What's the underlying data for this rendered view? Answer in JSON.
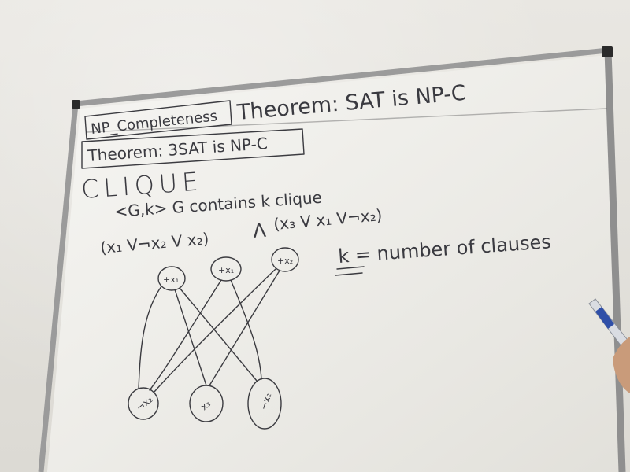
{
  "board": {
    "tabs": [
      {
        "label": "NP_Completeness"
      },
      {
        "label": "Theorem: SAT is NP-C"
      }
    ],
    "theorem2": "Theorem: 3SAT is NP-C",
    "heading": "CLIQUE",
    "statement": "<G,k> G contains k clique",
    "formula_left": "(x₁ V¬x₂ V x₂)",
    "formula_and": "Λ",
    "formula_right": "(x₃ V x₁ V¬x₂)",
    "k_note": "k = number of clauses",
    "nodes_top": [
      "+x₁",
      "+x₁",
      "+x₂"
    ],
    "nodes_bottom": [
      "¬x₂",
      "x₃",
      "¬x₂"
    ]
  },
  "colors": {
    "ink": "#3b3b40",
    "board": "#f2f1ec",
    "frame": "#9a9a9a"
  }
}
